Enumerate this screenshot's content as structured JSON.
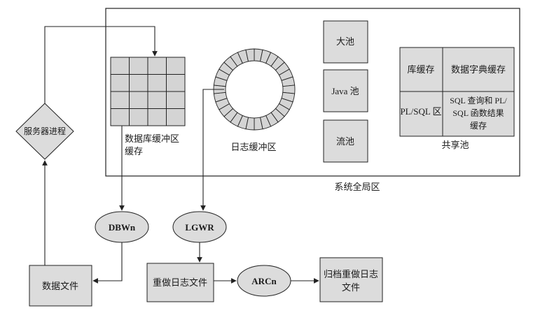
{
  "sga": {
    "label": "系统全局区",
    "db_buffer_cache": {
      "label_line1": "数据库缓冲区",
      "label_line2": "缓存"
    },
    "redo_log_buffer": {
      "label": "日志缓冲区"
    },
    "large_pool": {
      "label": "大池"
    },
    "java_pool": {
      "label": "Java 池"
    },
    "streams_pool": {
      "label": "流池"
    },
    "shared_pool": {
      "label": "共享池",
      "library_cache": "库缓存",
      "data_dictionary_cache": "数据字典缓存",
      "plsql_area": "PL/SQL 区",
      "result_cache_line1": "SQL 查询和 PL/",
      "result_cache_line2": "SQL 函数结果",
      "result_cache_line3": "缓存"
    }
  },
  "server_process": {
    "label": "服务器进程"
  },
  "dbwn": {
    "label": "DBWn"
  },
  "lgwr": {
    "label": "LGWR"
  },
  "arcn": {
    "label": "ARCn"
  },
  "data_files": {
    "label": "数据文件"
  },
  "redo_log_files": {
    "label": "重做日志文件"
  },
  "archived_redo_logs": {
    "label_line1": "归档重做日志",
    "label_line2": "文件"
  },
  "colors": {
    "box_fill": "#dcdcdc",
    "stroke": "#222222",
    "cell_fill": "#d4d4d4",
    "background": "#ffffff"
  }
}
